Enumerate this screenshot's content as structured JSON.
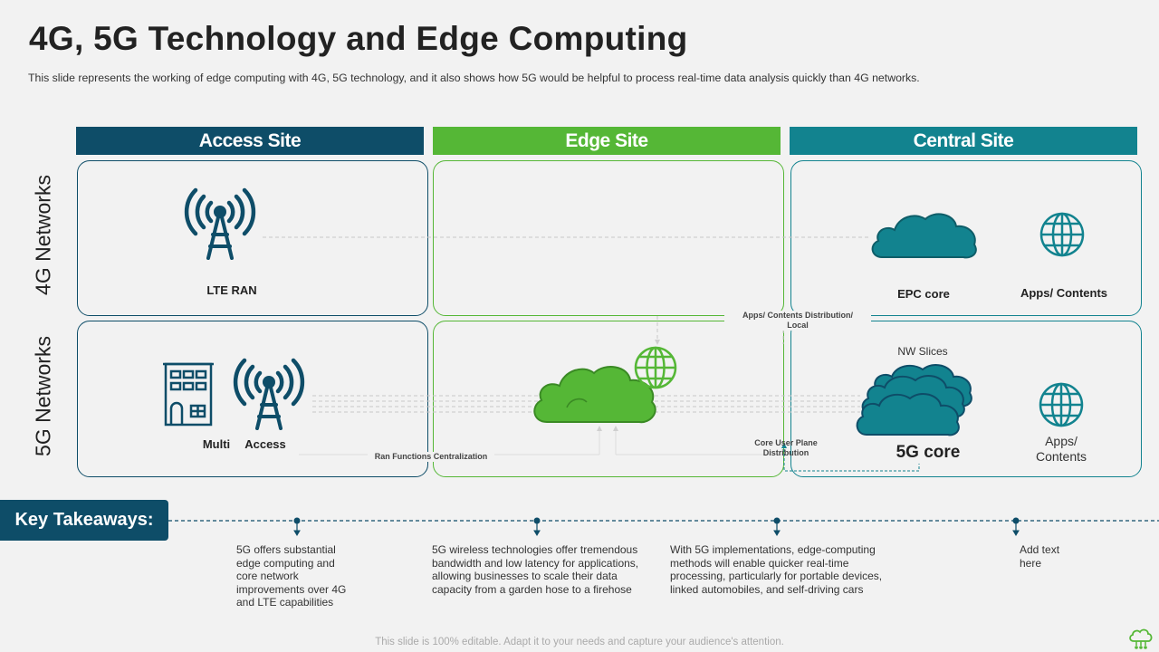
{
  "title": "4G, 5G Technology and Edge Computing",
  "subtitle": "This slide represents the working of edge computing with 4G, 5G technology, and it also shows how 5G would be helpful to process real-time data analysis quickly than 4G networks.",
  "columns": [
    {
      "label": "Access Site",
      "color": "#0e4d68"
    },
    {
      "label": "Edge Site",
      "color": "#55b736"
    },
    {
      "label": "Central Site",
      "color": "#12838f"
    }
  ],
  "rows": {
    "r4g": "4G Networks",
    "r5g": "5G Networks"
  },
  "nodes": {
    "lte_ran": "LTE RAN",
    "epc_core": "EPC core",
    "apps_contents_4g": "Apps/ Contents",
    "multi": "Multi",
    "access": "Access",
    "nw_slices": "NW Slices",
    "core_5g": "5G core",
    "apps_5g_line1": "Apps/",
    "apps_5g_line2": "Contents"
  },
  "flows": {
    "dist_line1": "Apps/ Contents Distribution/",
    "dist_line2": "Local",
    "ran_central": "Ran Functions Centralization",
    "core_up_line1": "Core User Plane",
    "core_up_line2": "Distribution"
  },
  "key_takeaways_label": "Key Takeaways:",
  "takeaways": [
    "5G offers substantial edge computing and core network improvements over 4G and LTE capabilities",
    "5G wireless technologies offer tremendous bandwidth and low latency for applications, allowing businesses to scale their data capacity from a garden hose to a firehose",
    "With 5G implementations, edge-computing methods will enable quicker real-time processing, particularly for portable devices, linked automobiles, and self-driving cars",
    "Add text here"
  ],
  "footer": "This slide is 100% editable. Adapt it to your needs and capture your audience's attention.",
  "icon_names": [
    "antenna-icon",
    "building-icon",
    "cloud-icon",
    "globe-icon",
    "cloud-logo-icon"
  ]
}
